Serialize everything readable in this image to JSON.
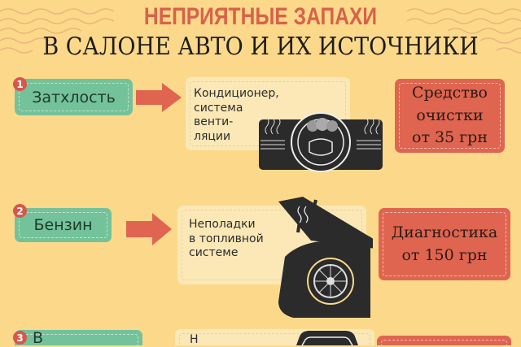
{
  "title": {
    "line1": "НЕПРИЯТНЫЕ ЗАПАХИ",
    "line2": "В САЛОНЕ АВТО И ИХ ИСТОЧНИКИ"
  },
  "colors": {
    "background": "#fcd98a",
    "green": "#74c29a",
    "red": "#df6550",
    "cream": "#fbe8b6",
    "title_red": "#d9614a"
  },
  "rows": [
    {
      "number": "1",
      "smell": "Затхлость",
      "source": [
        "Кондиционер,",
        "система",
        "венти-",
        "ляции"
      ],
      "remedy": [
        "Средство",
        "очистки",
        "от 35 грн"
      ],
      "icon": "dashboard-steering-wheel-icon"
    },
    {
      "number": "2",
      "smell": "Бензин",
      "source": [
        "Неполадки",
        "в топливной",
        "системе"
      ],
      "remedy": [
        "Диагностика",
        "от 150 грн"
      ],
      "icon": "car-open-hood-icon"
    },
    {
      "number": "3",
      "smell": "В",
      "source": [
        "Н"
      ],
      "remedy": [],
      "icon": "car-rear-icon"
    }
  ]
}
